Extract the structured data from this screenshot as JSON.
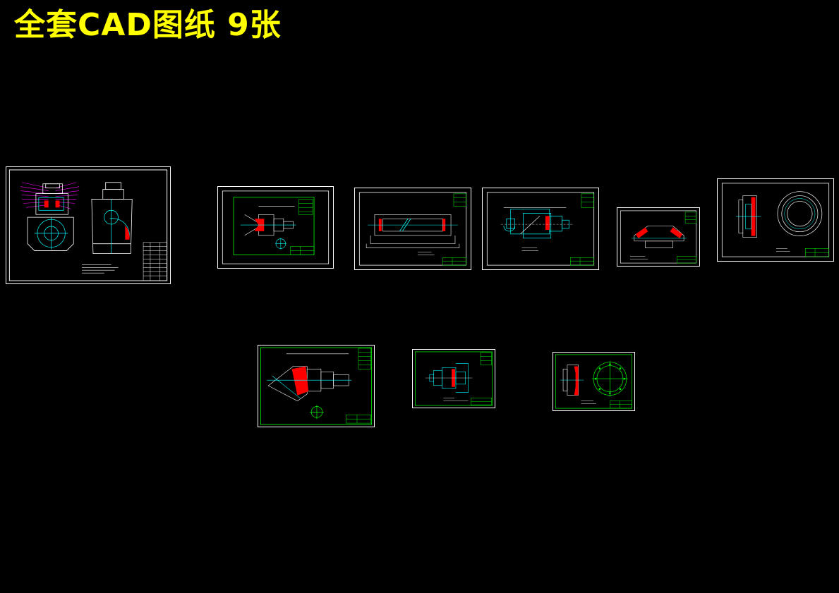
{
  "page": {
    "title": "全套CAD图纸 9张",
    "title_color": "#ffff00",
    "background": "#000000"
  },
  "colors": {
    "frame": "#ffffff",
    "inner_frame_green": "#00ff00",
    "line_cyan": "#00ffff",
    "line_white": "#ffffff",
    "hatch_red": "#ff0000",
    "dim_magenta": "#ff00ff",
    "yellow": "#ffff00"
  },
  "sheets": [
    {
      "id": "sheet-1",
      "content": "assembly-drawing"
    },
    {
      "id": "sheet-2",
      "content": "gear-shaft-drawing"
    },
    {
      "id": "sheet-3",
      "content": "shaft-drawing"
    },
    {
      "id": "sheet-4",
      "content": "shaft-assembly-drawing"
    },
    {
      "id": "sheet-5",
      "content": "bevel-gear-drawing"
    },
    {
      "id": "sheet-6",
      "content": "flange-drawing"
    },
    {
      "id": "sheet-7",
      "content": "bevel-gear-shaft-drawing"
    },
    {
      "id": "sheet-8",
      "content": "stepped-shaft-drawing"
    },
    {
      "id": "sheet-9",
      "content": "end-cover-drawing"
    }
  ]
}
